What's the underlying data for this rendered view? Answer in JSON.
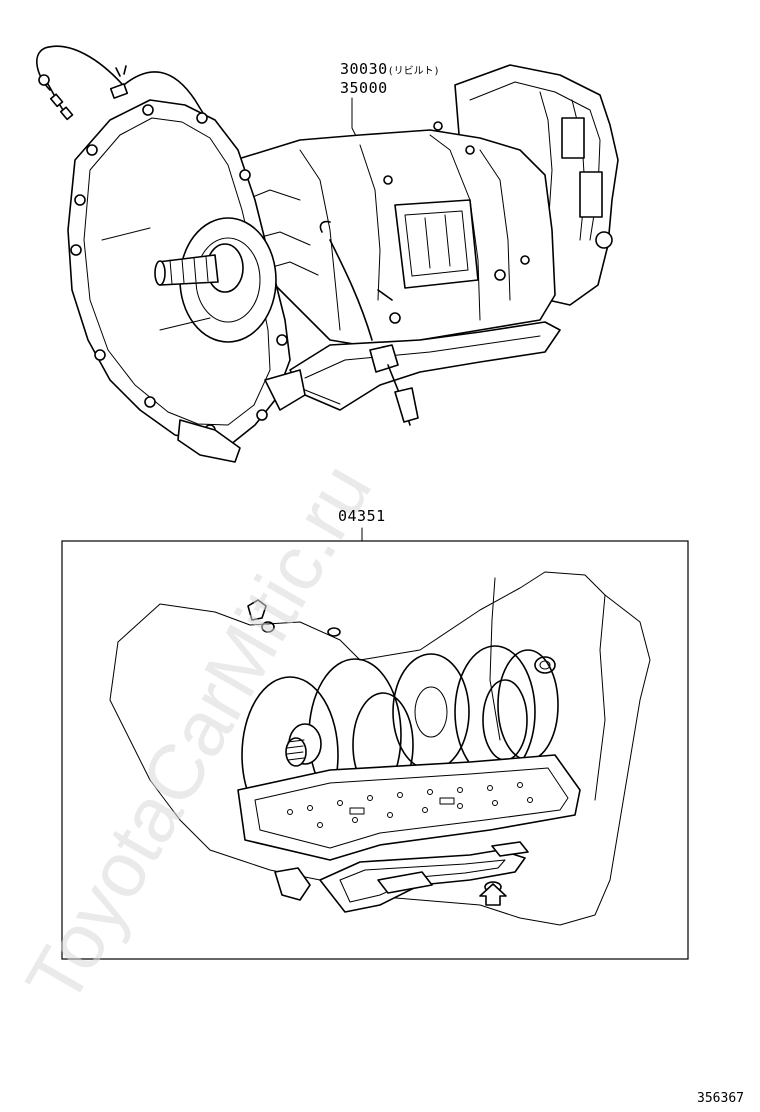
{
  "callouts": {
    "assembly_code_1": "30030",
    "assembly_code_1_note": "(リビルト)",
    "assembly_code_2": "35000",
    "gasket_kit_code": "04351"
  },
  "reference_number": "356367",
  "watermark_text": "ToyotaCarMitic.ru"
}
